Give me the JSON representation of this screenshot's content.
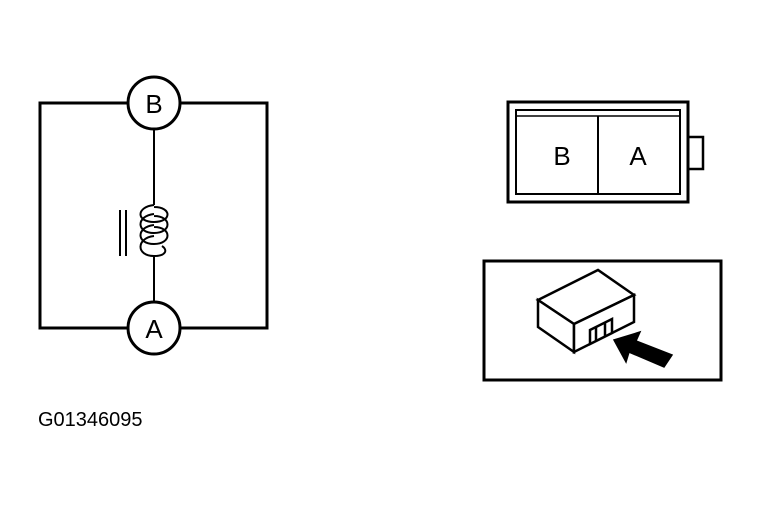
{
  "circuit": {
    "terminal_top": "B",
    "terminal_bottom": "A"
  },
  "connector_face": {
    "left_pin": "B",
    "right_pin": "A"
  },
  "locator": {
    "arrow_icon": "arrow-icon",
    "component_icon": "module-icon"
  },
  "figure_code": "G01346095",
  "colors": {
    "line": "#000000",
    "background": "#ffffff"
  }
}
